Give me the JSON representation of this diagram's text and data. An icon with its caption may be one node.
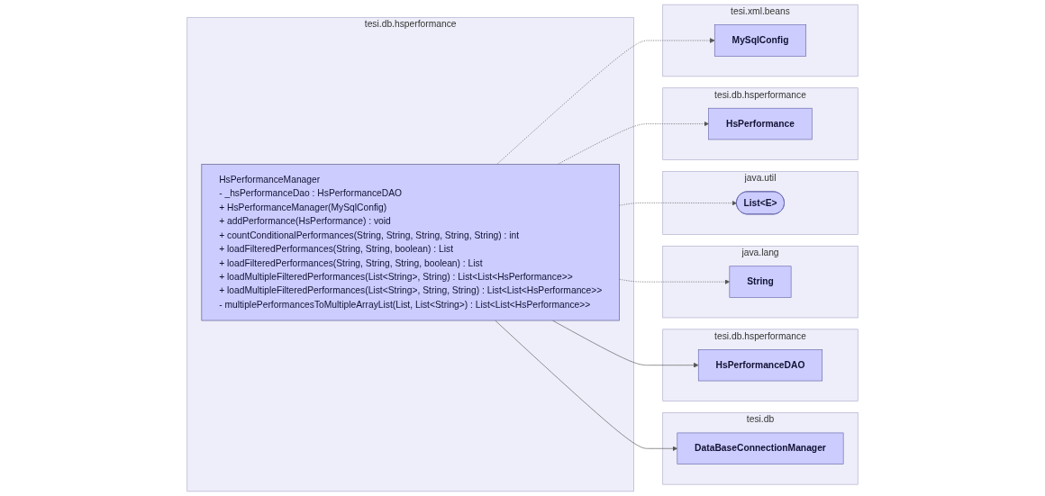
{
  "diagram": {
    "nodes": [
      {
        "text": [
          "tesi.db"
        ]
      },
      {
        "text": [
          "DataBaseConnectionManager"
        ],
        "in": 0
      },
      {
        "text": [
          "tesi.db.hsperformance"
        ]
      },
      {
        "text": [
          "HsPerformanceDAO"
        ],
        "in": 2
      },
      {
        "text": [
          "tesi.db.hsperformance"
        ]
      },
      {
        "text": [
          "HsPerformanceManager",
          "- _hsPerformanceDao : HsPerformanceDAO",
          "+ HsPerformanceManager(MySqlConfig)",
          "+ addPerformance(HsPerformance) : void",
          "+ countConditionalPerformances(String, String, String, String, String) : int",
          "+ loadFilteredPerformances(String, String, boolean) : List",
          "+ loadFilteredPerformances(String, String, String, boolean) : List",
          "+ loadMultipleFilteredPerformances(List<String>, String) : List<List<HsPerformance>>",
          "+ loadMultipleFilteredPerformances(List<String>, String, String) : List<List<HsPerformance>>",
          "- multiplePerformancesToMultipleArrayList(List, List<String>) : List<List<HsPerformance>>"
        ],
        "in": 4
      },
      {
        "text": [
          "java.lang"
        ]
      },
      {
        "text": [
          "String"
        ],
        "in": 6
      },
      {
        "text": [
          "java.util"
        ]
      },
      {
        "text": [
          "List<E>"
        ],
        "in": 8
      },
      {
        "text": [
          "tesi.db.hsperformance"
        ]
      },
      {
        "text": [
          "HsPerformance"
        ],
        "in": 10
      },
      {
        "text": [
          "tesi.xml.beans"
        ]
      },
      {
        "text": [
          "MySqlConfig"
        ],
        "in": 12
      }
    ],
    "edges": [
      {
        "from": 5,
        "to": 1,
        "arrow": "to"
      },
      {
        "from": 5,
        "to": 3,
        "arrow": "to"
      },
      {
        "from": 5,
        "to": 7,
        "arrow": "to",
        "style": "dashed"
      },
      {
        "from": 5,
        "to": 9,
        "arrow": "to",
        "style": "dashed"
      },
      {
        "from": 5,
        "to": 11,
        "arrow": "to",
        "style": "dashed"
      },
      {
        "from": 5,
        "to": 13,
        "arrow": "to",
        "style": "dashed"
      }
    ]
  }
}
